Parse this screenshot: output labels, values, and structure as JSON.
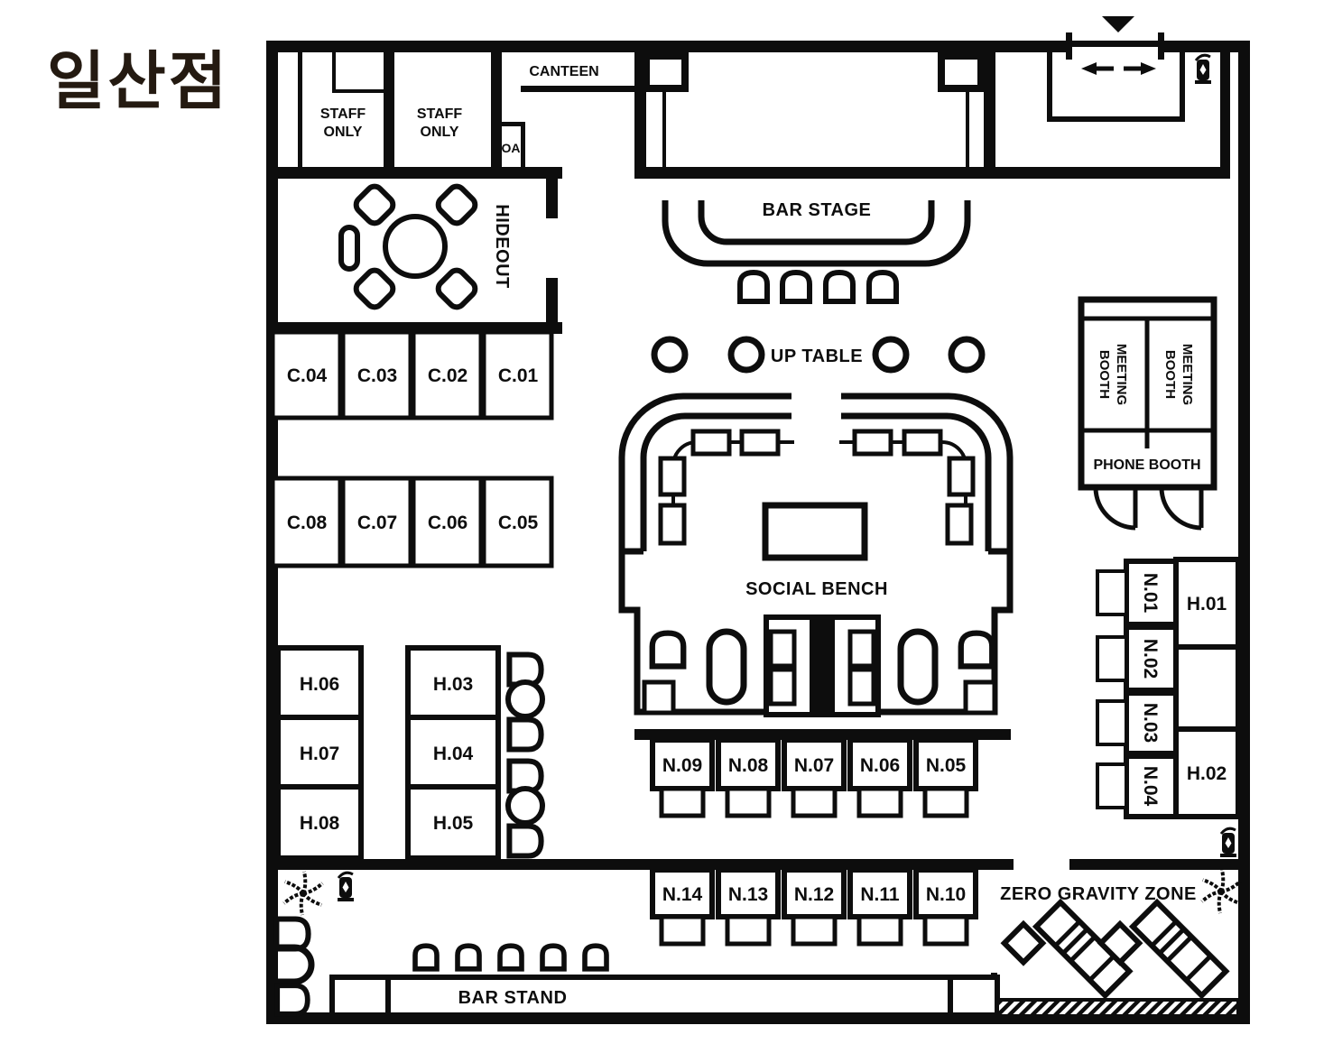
{
  "title": "일산점",
  "colors": {
    "line": "#0d0d0d",
    "background": "#ffffff",
    "title_text": "#241a11"
  },
  "rooms": {
    "canteen": "CANTEEN",
    "staff_only_1": {
      "line1": "STAFF",
      "line2": "ONLY"
    },
    "staff_only_2": {
      "line1": "STAFF",
      "line2": "ONLY"
    },
    "oa": "OA",
    "hideout": "HIDEOUT",
    "bar_stage": "BAR STAGE",
    "up_table": "UP TABLE",
    "social_bench": "SOCIAL BENCH",
    "meeting_booth_1": {
      "line1": "MEETING",
      "line2": "BOOTH"
    },
    "meeting_booth_2": {
      "line1": "MEETING",
      "line2": "BOOTH"
    },
    "phone_booth": "PHONE BOOTH",
    "zero_gravity_zone": "ZERO GRAVITY ZONE",
    "bar_stand": "BAR STAND"
  },
  "desks": {
    "c_top": [
      "C.04",
      "C.03",
      "C.02",
      "C.01"
    ],
    "c_bottom": [
      "C.08",
      "C.07",
      "C.06",
      "C.05"
    ],
    "n_side": [
      "N.01",
      "N.02",
      "N.03",
      "N.04"
    ],
    "n_row_upper": [
      "N.09",
      "N.08",
      "N.07",
      "N.06",
      "N.05"
    ],
    "n_row_lower": [
      "N.14",
      "N.13",
      "N.12",
      "N.11",
      "N.10"
    ]
  },
  "booths": {
    "h_left": [
      "H.06",
      "H.07",
      "H.08"
    ],
    "h_middle": [
      "H.03",
      "H.04",
      "H.05"
    ],
    "h_right": [
      "H.01",
      "H.02"
    ]
  },
  "icons": {
    "fire_extinguisher": "fire-extinguisher-icon",
    "palm_plant": "palm-plant-icon",
    "entrance_marker": "entrance-triangle-icon",
    "sliding_door_arrows": "sliding-door-arrows-icon"
  }
}
